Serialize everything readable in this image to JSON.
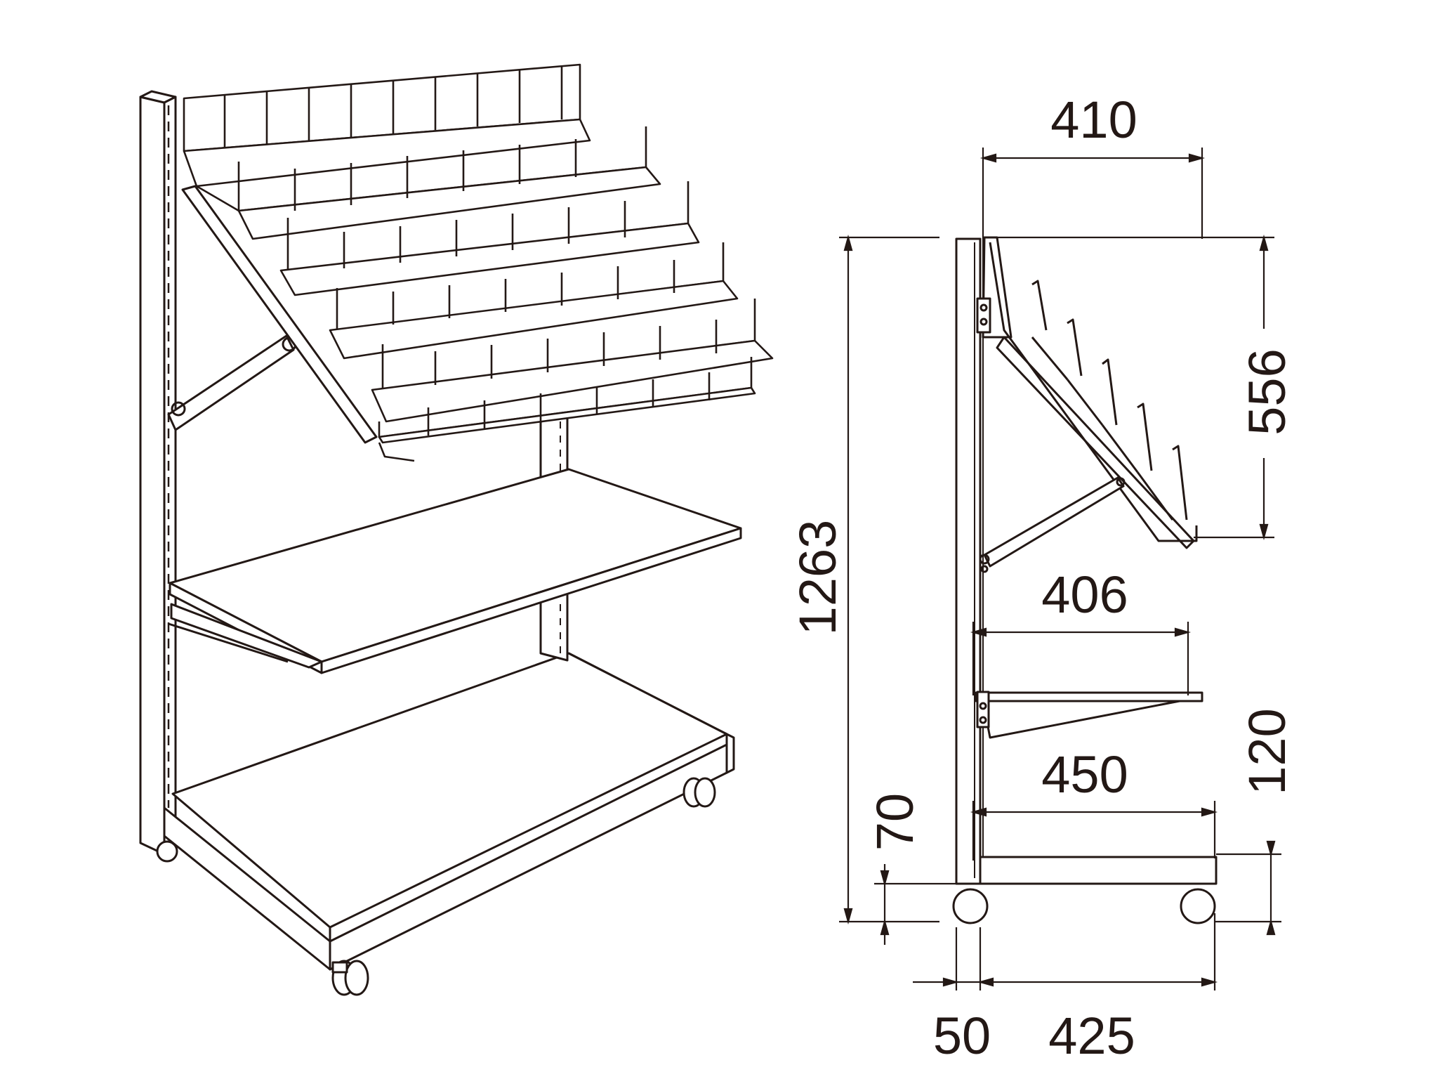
{
  "dimensions": {
    "top_depth": "410",
    "basket_height": "556",
    "total_height": "1263",
    "middle_shelf_depth": "406",
    "base_height": "120",
    "bottom_shelf_depth": "450",
    "caster_height": "70",
    "upright_depth": "50",
    "base_depth": "425"
  },
  "colors": {
    "line": "#231815",
    "background": "#ffffff"
  }
}
